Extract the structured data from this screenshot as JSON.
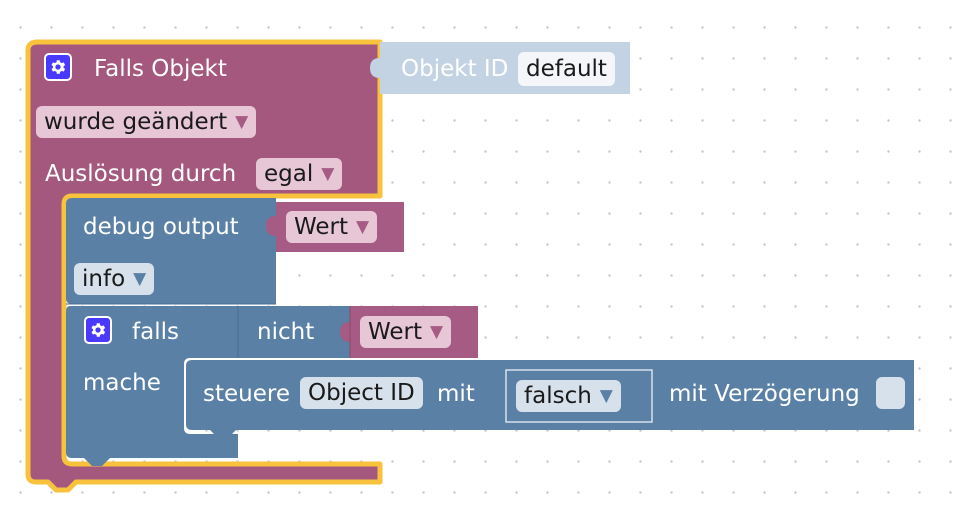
{
  "trigger_block": {
    "title": "Falls Objekt",
    "event_option": "wurde geändert",
    "trigger_label": "Auslösung durch",
    "trigger_option": "egal"
  },
  "object_id_block": {
    "label": "Objekt ID",
    "value": "default"
  },
  "debug_block": {
    "label": "debug output",
    "value_block": "Wert",
    "level": "info"
  },
  "if_block": {
    "label": "falls",
    "not_label": "nicht",
    "value_block": "Wert",
    "do_label": "mache"
  },
  "control_block": {
    "label": "steuere",
    "object_id": "Object ID",
    "with_label": "mit",
    "value": "falsch",
    "delay_label": "mit Verzögerung"
  },
  "icons": [
    "gear-icon",
    "dropdown-arrow-icon"
  ],
  "colors": {
    "trigger_block": "#a4587e",
    "trigger_highlight": "#f9c23c",
    "object_id_block": "#c4d3e3",
    "debug_block": "#5b80a5",
    "value_block": "#a65b84",
    "field_pink": "#e7c6d6",
    "field_blue": "#d6e1ec"
  }
}
